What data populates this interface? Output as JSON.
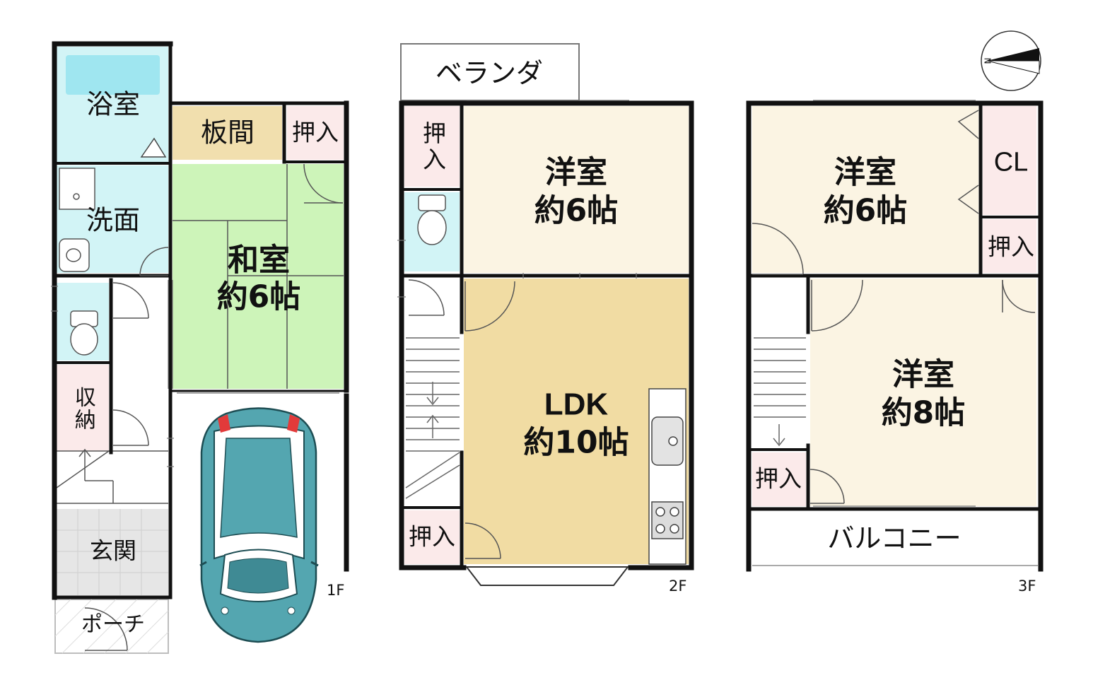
{
  "floor1": {
    "label": "1F",
    "rooms": {
      "bath": "浴室",
      "wooden_floor": "板間",
      "closet_top": "押入",
      "washroom": "洗面",
      "japanese_room": "和室",
      "japanese_room_size": "約6帖",
      "storage": "収納",
      "entrance": "玄関",
      "porch": "ポーチ"
    }
  },
  "floor2": {
    "label": "2F",
    "rooms": {
      "veranda": "ベランダ",
      "closet_left": "押入",
      "western_room": "洋室",
      "western_room_size": "約6帖",
      "ldk": "LDK",
      "ldk_size": "約10帖",
      "closet_bottom": "押入"
    }
  },
  "floor3": {
    "label": "3F",
    "rooms": {
      "western_room_a": "洋室",
      "western_room_a_size": "約6帖",
      "closet_cl": "CL",
      "closet_right": "押入",
      "western_room_b": "洋室",
      "western_room_b_size": "約8帖",
      "closet_left": "押入",
      "balcony": "バルコニー"
    }
  },
  "compass_letter": "N",
  "colors": {
    "wall": "#111111",
    "bath": "#d2f4f6",
    "tub": "#9fe6f0",
    "wooden_floor": "#f1dfae",
    "closet": "#fbeaea",
    "tatami": "#cdf4b9",
    "western": "#fbf4e3",
    "ldk": "#f1dca3",
    "entrance": "#e6e6e6",
    "car_body": "#54a6b0",
    "car_light": "#e23a3a"
  }
}
